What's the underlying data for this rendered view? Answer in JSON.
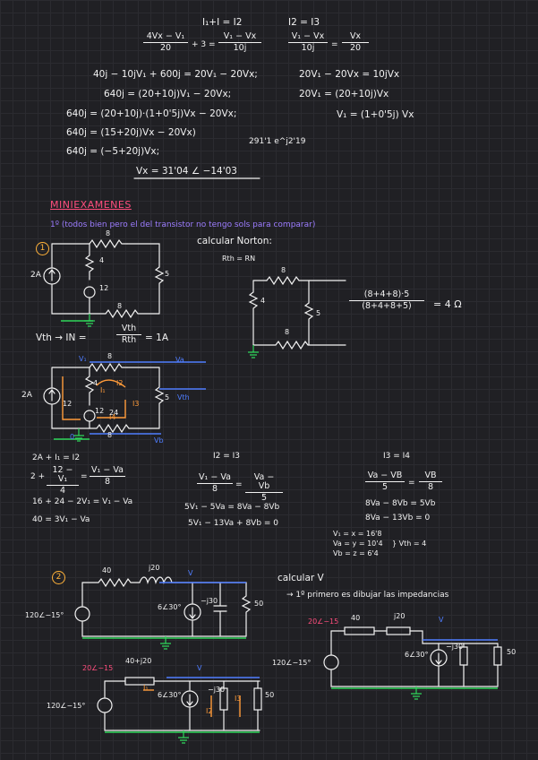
{
  "colors": {
    "background": "#202024",
    "ink": "#f2f2f2",
    "heading": "#ff4d7d",
    "note": "#9c7cff",
    "current": "#ff9b3a",
    "node_v": "#4f7dff",
    "ground": "#2fd65a"
  },
  "top": {
    "eq1": "I₁+I = I2",
    "eq2": "I2 = I3",
    "f1": {
      "num": "4Vx − V₁",
      "den": "20",
      "mid": "+ 3 =",
      "num2": "V₁ − Vx",
      "den2": "10j"
    },
    "f2": {
      "num": "V₁ − Vx",
      "den": "10j",
      "eq": "=",
      "num2": "Vx",
      "den2": "20"
    },
    "l1": "40j − 10jV₁ + 600j = 20V₁ − 20Vx;",
    "l2": "640j = (20+10j)V₁ − 20Vx;",
    "l3": "640j = (20+10j)·(1+0'5j)Vx − 20Vx;",
    "l4": "640j = (15+20j)Vx − 20Vx)",
    "l5": "640j = (−5+20j)Vx;",
    "r1": "20V₁ − 20Vx = 10jVx",
    "r2": "20V₁ = (20+10j)Vx",
    "r3": "V₁ = (1+0'5j) Vx",
    "polar": "291'1 e^j2'19",
    "result": "Vx = 31'04 ∠ −14'03"
  },
  "mini": {
    "title": "MINIEXAMENES",
    "note": "1º (todos bien pero el del transistor no tengo sols para comparar)",
    "p1_num": "1",
    "p1_task": "calcular Norton:",
    "rth": "Rth = RN",
    "c1": {
      "src": "2A",
      "r_top": "8",
      "r_left": "4",
      "r_right": "5",
      "r_bot": "8",
      "vs": "12"
    },
    "c2": {
      "r_top": "8",
      "r_left": "4",
      "r_right": "5",
      "r_bot": "8"
    },
    "rfrac": {
      "num": "(8+4+8)·5",
      "den": "(8+4+8+5)",
      "res": "= 4 Ω"
    },
    "vth": "Vth → IN =",
    "vth_f": {
      "num": "Vth",
      "den": "Rth"
    },
    "vth_res": "= 1A",
    "c3": {
      "src": "2A",
      "r_top": "8",
      "r_left": "4",
      "r_right": "5",
      "r_bot": "8",
      "vs": "12",
      "cur_src": "12",
      "v1": "V₁",
      "va": "Va",
      "vb": "Vb",
      "zero": "0",
      "i1": "I₁",
      "i2": "I2",
      "i3": "I3",
      "i4": "I4",
      "vth": "Vth",
      "vs_val": "24"
    },
    "eqA": "2A + I₁ = I2",
    "eqA2": {
      "pre": "2 +",
      "num": "12 − V₁",
      "den": "4",
      "eq": "=",
      "num2": "V₁ − Va",
      "den2": "8"
    },
    "eqA3": "16 + 24 − 2V₁ = V₁ − Va",
    "eqA4": "40 = 3V₁ − Va",
    "eqB": "I2 = I3",
    "eqB2": {
      "num": "V₁ − Va",
      "den": "8",
      "eq": "=",
      "num2": "Va − Vb",
      "den2": "5"
    },
    "eqB3": "5V₁ − 5Va = 8Va − 8Vb",
    "eqB4": "5V₁ − 13Va + 8Vb = 0",
    "eqC": "I3 = I4",
    "eqC2": {
      "num": "Va − VB",
      "den": "5",
      "eq": "=",
      "num2": "VB",
      "den2": "8"
    },
    "eqC3": "8Va − 8Vb = 5Vb",
    "eqC4": "8Va − 13Vb = 0",
    "sol1": "V₁ = x = 16'8",
    "sol2": "Va = y = 10'4",
    "sol3": "Vb = z = 6'4",
    "sol_vth": "} Vth = 4"
  },
  "p2": {
    "num": "2",
    "task": "calcular V",
    "step": "→ 1º primero es dibujar las impedancias",
    "c1": {
      "r": "40",
      "l": "j20",
      "src": "120∠−15°",
      "cs": "6∠30°",
      "c": "−j30",
      "rl": "50",
      "v": "V"
    },
    "c2": {
      "cs_in": "20∠−15",
      "r": "40",
      "l": "j20",
      "src": "120∠−15°",
      "cs": "6∠30°",
      "c": "−j30",
      "rl": "50",
      "v": "V"
    },
    "c3": {
      "cs_in": "20∠−15",
      "z": "40+j20",
      "src": "120∠−15°",
      "cs": "6∠30°",
      "c": "−j30",
      "rl": "50",
      "v": "V",
      "i1": "I₁",
      "i2": "I2",
      "i3": "I3"
    }
  }
}
